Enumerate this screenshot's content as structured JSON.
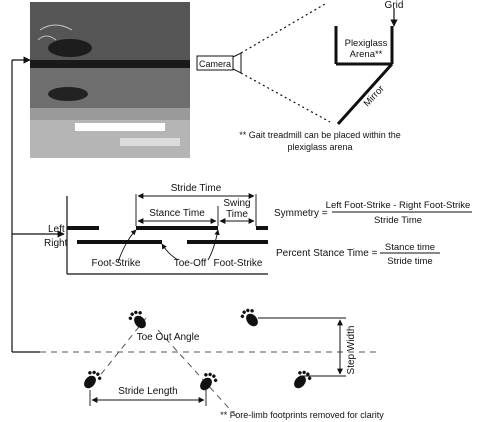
{
  "camera_setup": {
    "grid_label": "Grid",
    "arena_label_line1": "Plexiglass",
    "arena_label_line2": "Arena**",
    "camera_label": "Camera",
    "mirror_label": "Mirror",
    "note_line1": "** Gait treadmill can be placed within the",
    "note_line2": "plexiglass arena"
  },
  "timing": {
    "stride_time": "Stride Time",
    "stance_time": "Stance Time",
    "swing_time_line1": "Swing",
    "swing_time_line2": "Time",
    "left_label": "Left",
    "right_label": "Right",
    "foot_strike_1": "Foot-Strike",
    "toe_off": "Toe-Off",
    "foot_strike_2": "Foot-Strike"
  },
  "formulas": {
    "symmetry_label": "Symmetry =",
    "symmetry_numerator": "Left Foot-Strike - Right Foot-Strike",
    "symmetry_denominator": "Stride Time",
    "pst_label": "Percent Stance Time =",
    "pst_numerator": "Stance time",
    "pst_denominator": "Stride time"
  },
  "footprints": {
    "toe_out_angle": "Toe Out Angle",
    "step_width": "Step Width",
    "stride_length": "Stride Length",
    "note": "** Fore-limb footprints removed for clarity"
  },
  "colors": {
    "ink": "#111111",
    "photo_dark": "#2e2e2e",
    "photo_mid": "#8a8a8a",
    "photo_light": "#d8d8d8"
  }
}
